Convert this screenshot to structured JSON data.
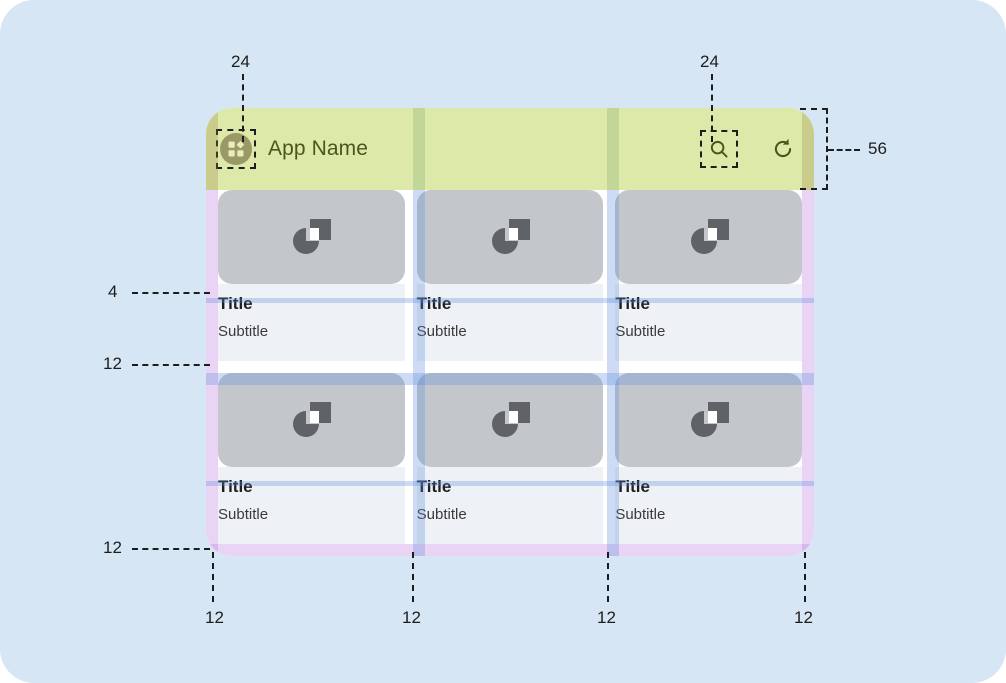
{
  "canvas": {
    "background_color": "#d7e6f4",
    "corner_radius": "34"
  },
  "app": {
    "app_bar": {
      "background_color": "#dde9a8",
      "height_label": "56",
      "title": "App Name",
      "title_color": "#4c551f",
      "logo_icon": "app-logo-grid-icon",
      "actions": [
        {
          "icon": "search-icon",
          "name": "search"
        },
        {
          "icon": "refresh-icon",
          "name": "refresh"
        }
      ]
    },
    "grid": {
      "columns": 3,
      "rows": 2,
      "gutter": "12",
      "margin": "12",
      "cards": [
        {
          "title": "Title",
          "subtitle": "Subtitle",
          "media_icon": "image-placeholder-icon"
        },
        {
          "title": "Title",
          "subtitle": "Subtitle",
          "media_icon": "image-placeholder-icon"
        },
        {
          "title": "Title",
          "subtitle": "Subtitle",
          "media_icon": "image-placeholder-icon"
        },
        {
          "title": "Title",
          "subtitle": "Subtitle",
          "media_icon": "image-placeholder-icon"
        },
        {
          "title": "Title",
          "subtitle": "Subtitle",
          "media_icon": "image-placeholder-icon"
        },
        {
          "title": "Title",
          "subtitle": "Subtitle",
          "media_icon": "image-placeholder-icon"
        }
      ]
    }
  },
  "annotations": {
    "logo_touch_target": "24",
    "search_touch_target": "24",
    "app_bar_height": "56",
    "media_to_title": "4",
    "row_gap": "12",
    "bottom_margin": "12",
    "left_margin": "12",
    "gutter_1": "12",
    "gutter_2": "12",
    "right_margin": "12"
  },
  "colors": {
    "margin_overlay": "#b572e0",
    "gutter_overlay": "#5a8cdc",
    "card_media": "#c3c7cb",
    "card_text_bg": "#eef1f5",
    "placeholder_icon": "#5f6368"
  }
}
